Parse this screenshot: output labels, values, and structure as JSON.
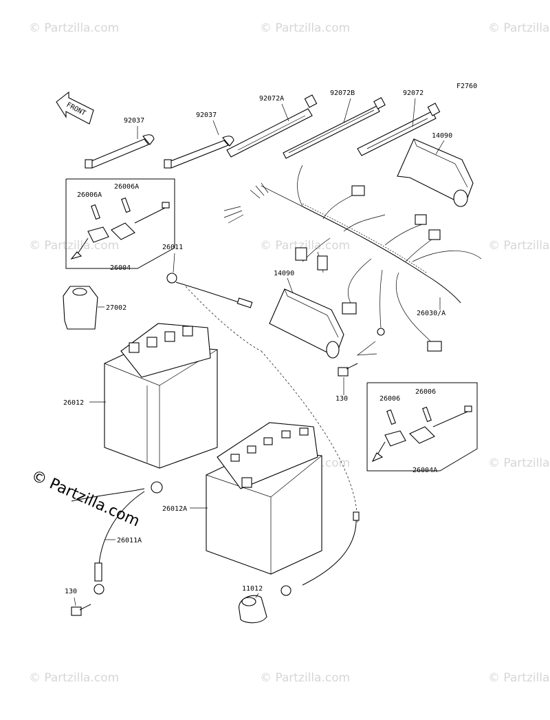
{
  "figure_code": "F2760",
  "front_tag": "FRONT",
  "watermark": {
    "text": "© Partzilla.com",
    "main_text": "© Partzilla.com"
  },
  "labels": {
    "p92037_a": "92037",
    "p92037_b": "92037",
    "p92072A": "92072A",
    "p92072B": "92072B",
    "p92072": "92072",
    "p14090_a": "14090",
    "p14090_b": "14090",
    "p26006A_a": "26006A",
    "p26006A_b": "26006A",
    "p26004": "26004",
    "p26011": "26011",
    "p27002": "27002",
    "p26030A": "26030/A",
    "p130_a": "130",
    "p26012": "26012",
    "p26006_a": "26006",
    "p26006_b": "26006",
    "p26004A": "26004A",
    "p26012A": "26012A",
    "p26011A": "26011A",
    "p130_b": "130",
    "p11012": "11012"
  }
}
